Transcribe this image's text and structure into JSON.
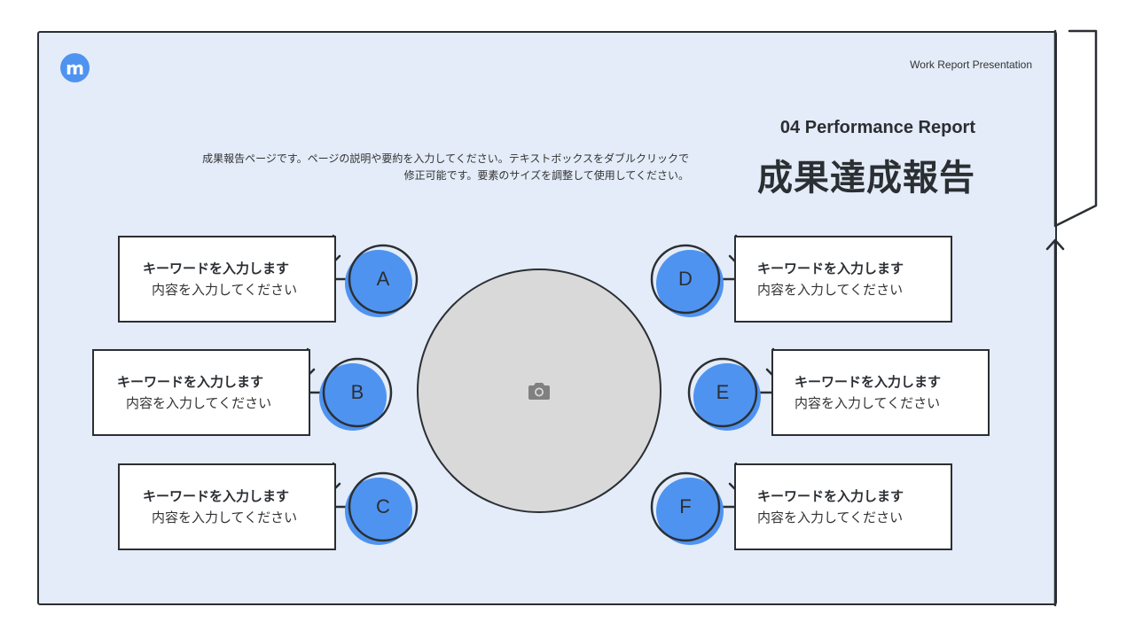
{
  "header": {
    "logo_letter": "m",
    "presentation_label": "Work Report Presentation"
  },
  "title": {
    "section": "04 Performance Report",
    "main": "成果達成報告"
  },
  "description": {
    "line1": "成果報告ページです。ページの説明や要約を入力してください。テキストボックスをダブルクリックで",
    "line2": "修正可能です。要素のサイズを調整して使用してください。"
  },
  "colors": {
    "accent": "#4f93f0",
    "background": "#e3ecf8",
    "outline": "#2b2f33",
    "photo_placeholder": "#d9d9d9"
  },
  "photo": {
    "icon": "camera-icon"
  },
  "items": [
    {
      "letter": "A",
      "title": "キーワードを入力します",
      "body": "内容を入力してください"
    },
    {
      "letter": "B",
      "title": "キーワードを入力します",
      "body": "内容を入力してください"
    },
    {
      "letter": "C",
      "title": "キーワードを入力します",
      "body": "内容を入力してください"
    },
    {
      "letter": "D",
      "title": "キーワードを入力します",
      "body": "内容を入力してください"
    },
    {
      "letter": "E",
      "title": "キーワードを入力します",
      "body": "内容を入力してください"
    },
    {
      "letter": "F",
      "title": "キーワードを入力します",
      "body": "内容を入力してください"
    }
  ]
}
